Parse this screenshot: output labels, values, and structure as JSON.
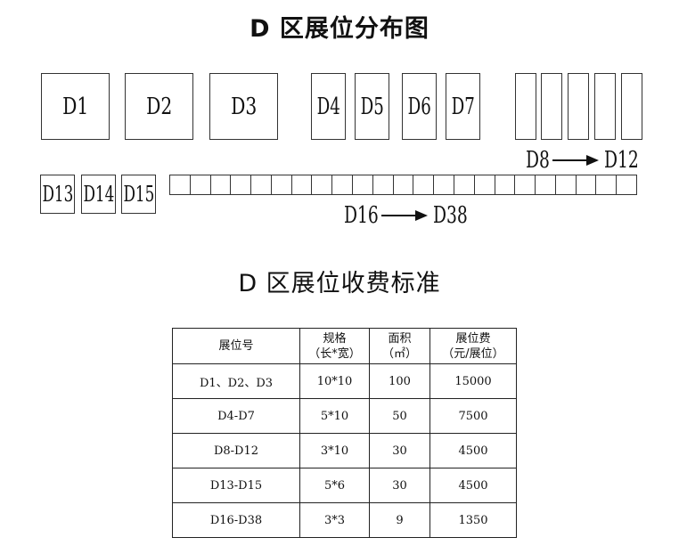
{
  "title_layout": "D 区展位分布图",
  "title_fees": "D 区展位收费标准",
  "booths_large": [
    "D1",
    "D2",
    "D3"
  ],
  "booths_medium": [
    "D4",
    "D5",
    "D6",
    "D7"
  ],
  "booths_small": [
    "D13",
    "D14",
    "D15"
  ],
  "range_d8_d12": {
    "from": "D8",
    "to": "D12"
  },
  "range_d16_d38": {
    "from": "D16",
    "to": "D38"
  },
  "table": {
    "headers": [
      {
        "line1": "展位号",
        "line2": ""
      },
      {
        "line1": "规格",
        "line2": "（长*宽）"
      },
      {
        "line1": "面积",
        "line2": "（㎡）"
      },
      {
        "line1": "展位费",
        "line2": "（元/展位）"
      }
    ],
    "rows": [
      [
        "D1、D2、D3",
        "10*10",
        "100",
        "15000"
      ],
      [
        "D4-D7",
        "5*10",
        "50",
        "7500"
      ],
      [
        "D8-D12",
        "3*10",
        "30",
        "4500"
      ],
      [
        "D13-D15",
        "5*6",
        "30",
        "4500"
      ],
      [
        "D16-D38",
        "3*3",
        "9",
        "1350"
      ]
    ]
  }
}
